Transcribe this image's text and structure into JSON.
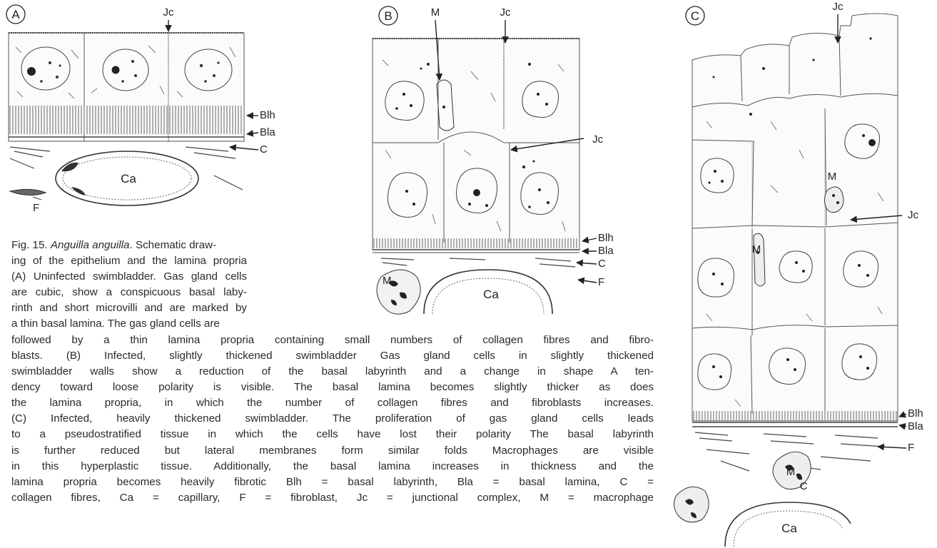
{
  "figure": {
    "panel_a": {
      "letter": "A",
      "labels": {
        "jc": "Jc",
        "blh": "Blh",
        "bla": "Bla",
        "c": "C",
        "ca": "Ca",
        "f": "F"
      }
    },
    "panel_b": {
      "letter": "B",
      "labels": {
        "m_top": "M",
        "jc_top": "Jc",
        "jc_mid": "Jc",
        "blh": "Blh",
        "bla": "Bla",
        "c": "C",
        "f": "F",
        "m_bottom": "M",
        "ca": "Ca"
      }
    },
    "panel_c": {
      "letter": "C",
      "labels": {
        "jc_top": "Jc",
        "m_mid": "M",
        "jc_right": "Jc",
        "m_left": "M",
        "blh": "Blh",
        "bla": "Bla",
        "f": "F",
        "m_bottom": "M",
        "c": "C",
        "ca": "Ca"
      }
    }
  },
  "caption": {
    "fig_label": "Fig. 15.",
    "species": "Anguilla anguilla",
    "lines": [
      ". Schematic draw-",
      "ing of the epithelium and the lamina propria",
      "(A) Uninfected swimbladder. Gas gland cells",
      "are cubic, show a conspicuous basal laby-",
      "rinth and short microvilli and are marked by",
      "a thin basal lamina. The gas gland cells are",
      "followed by a thin lamina propria containing small numbers of collagen fibres and fibro-",
      "blasts. (B) Infected, slightly thickened swimbladder  Gas gland cells in slightly thickened",
      "swimbladder walls show a reduction of the basal labyrinth and a change in shape  A ten-",
      "dency toward loose polarity is visible. The basal lamina becomes slightly thicker as does",
      "the lamina propria, in which the number of collagen fibres and fibroblasts increases.",
      "(C) Infected, heavily thickened swimbladder. The proliferation of gas gland cells leads",
      "to a pseudostratified tissue in which the cells have lost their polarity  The basal labyrinth",
      "is further reduced but lateral membranes form similar folds  Macrophages are visible",
      "in this hyperplastic tissue. Additionally, the basal lamina increases in thickness and the",
      "lamina propria becomes heavily fibrotic  Blh = basal labyrinth, Bla = basal lamina, C =",
      "collagen fibres, Ca = capillary, F = fibroblast, Jc = junctional complex, M = macrophage"
    ]
  }
}
